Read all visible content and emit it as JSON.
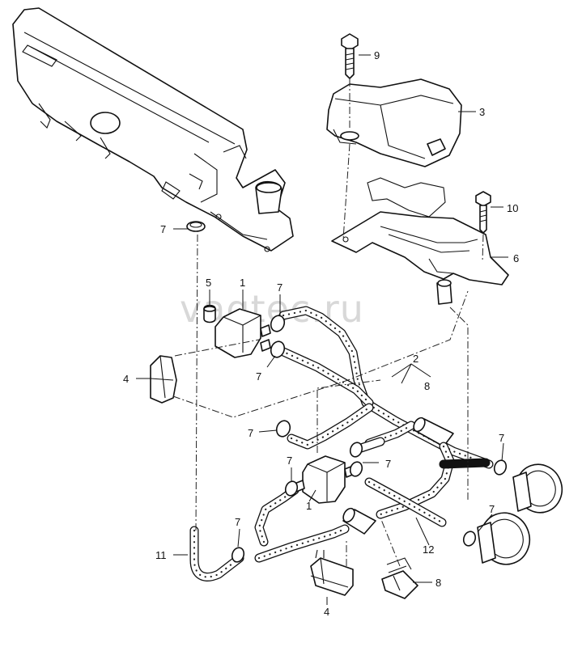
{
  "watermark": "vagtec.ru",
  "callouts": {
    "c1a": "1",
    "c1b": "1",
    "c2": "2",
    "c3": "3",
    "c4a": "4",
    "c4b": "4",
    "c5": "5",
    "c6": "6",
    "c7a": "7",
    "c7b": "7",
    "c7c": "7",
    "c7d": "7",
    "c7e": "7",
    "c7f": "7",
    "c7g": "7",
    "c7h": "7",
    "c7i": "7",
    "c8a": "8",
    "c8b": "8",
    "c9": "9",
    "c10": "10",
    "c11": "11",
    "c12": "12"
  }
}
